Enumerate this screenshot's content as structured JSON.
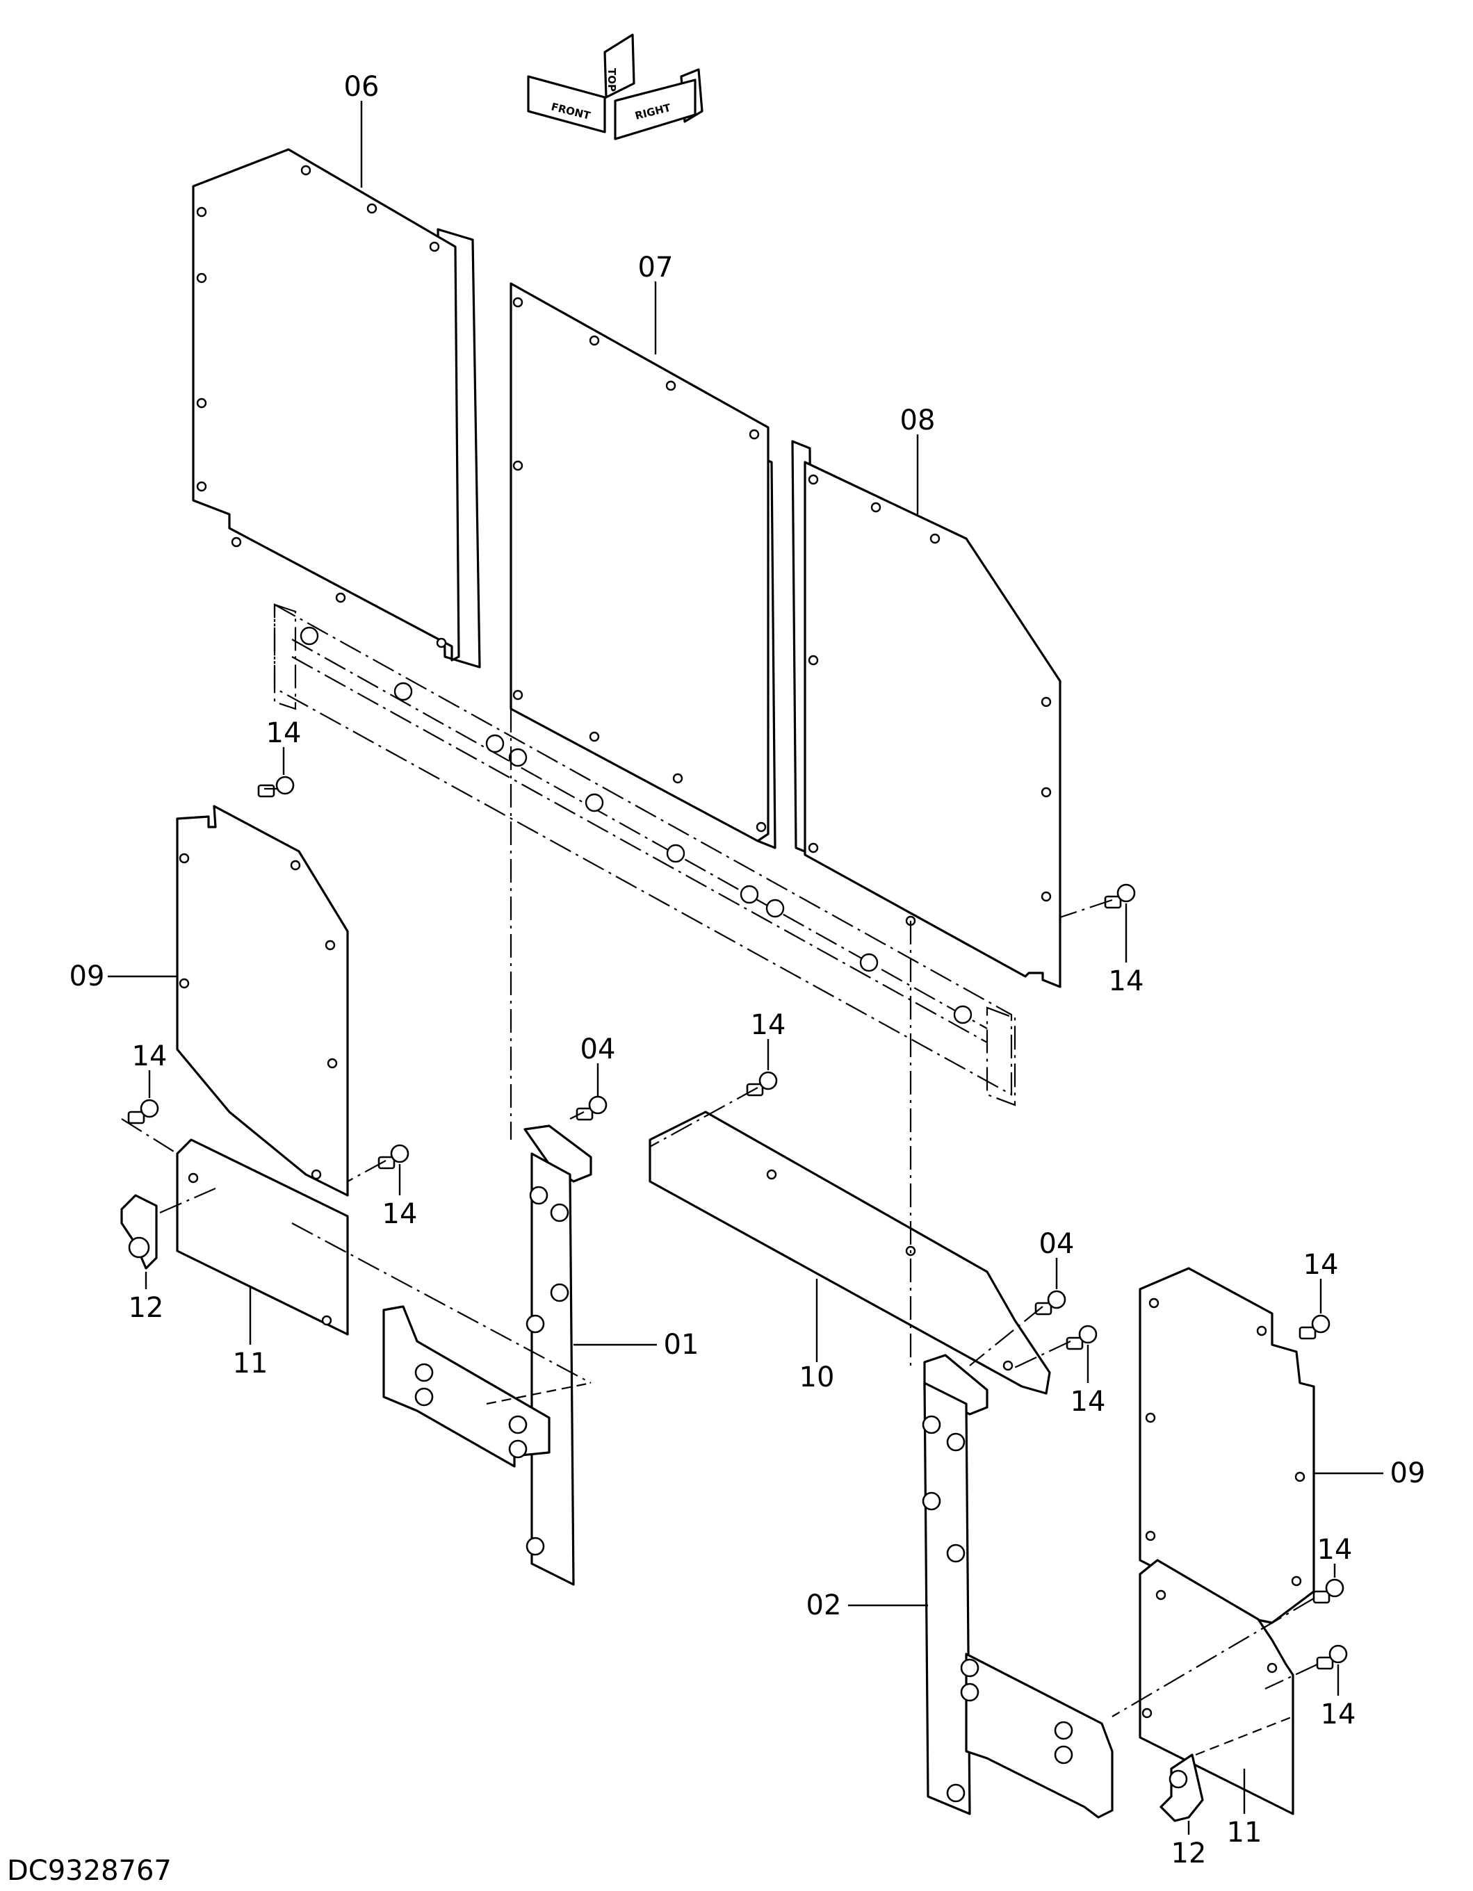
{
  "drawing_code": "DC9328767",
  "orientation": {
    "front": "FRONT",
    "top": "TOP",
    "right": "RIGHT"
  },
  "callouts": {
    "c01": "01",
    "c02": "02",
    "c04a": "04",
    "c04b": "04",
    "c06": "06",
    "c07": "07",
    "c08": "08",
    "c09a": "09",
    "c09b": "09",
    "c10": "10",
    "c11a": "11",
    "c11b": "11",
    "c12a": "12",
    "c12b": "12",
    "c14a": "14",
    "c14b": "14",
    "c14c": "14",
    "c14d": "14",
    "c14e": "14",
    "c14f": "14",
    "c14g": "14",
    "c14h": "14",
    "c14i": "14"
  }
}
